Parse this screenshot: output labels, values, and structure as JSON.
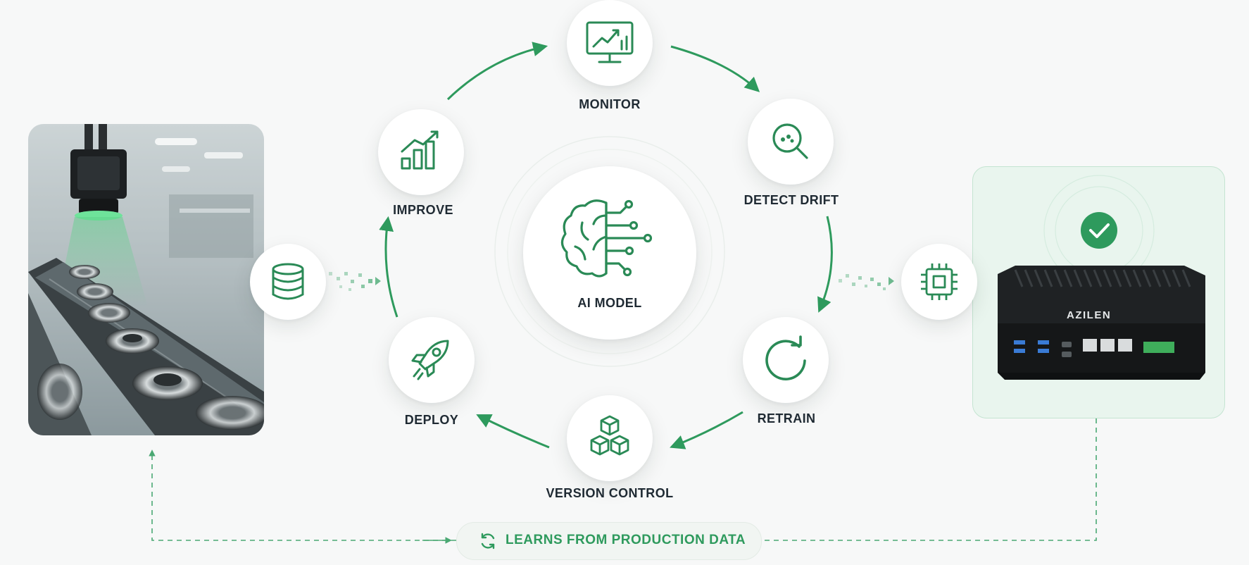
{
  "stages": {
    "monitor": "MONITOR",
    "detect_drift": "DETECT DRIFT",
    "retrain": "RETRAIN",
    "version_control": "VERSION CONTROL",
    "deploy": "DEPLOY",
    "improve": "IMPROVE"
  },
  "center": {
    "label": "AI MODEL"
  },
  "device": {
    "brand": "AZILEN"
  },
  "footer": {
    "label": "LEARNS FROM PRODUCTION DATA"
  },
  "colors": {
    "accent": "#2e9a5d",
    "icon": "#2a8a56",
    "text": "#1f2a33",
    "background": "#f7f8f8"
  },
  "icons": {
    "monitor": "monitor-chart-icon",
    "detect_drift": "magnifier-icon",
    "retrain": "refresh-icon",
    "version_control": "cubes-icon",
    "deploy": "rocket-icon",
    "improve": "bar-chart-icon",
    "center": "brain-circuit-icon",
    "data": "database-icon",
    "edge": "chip-icon",
    "status": "check-icon"
  }
}
